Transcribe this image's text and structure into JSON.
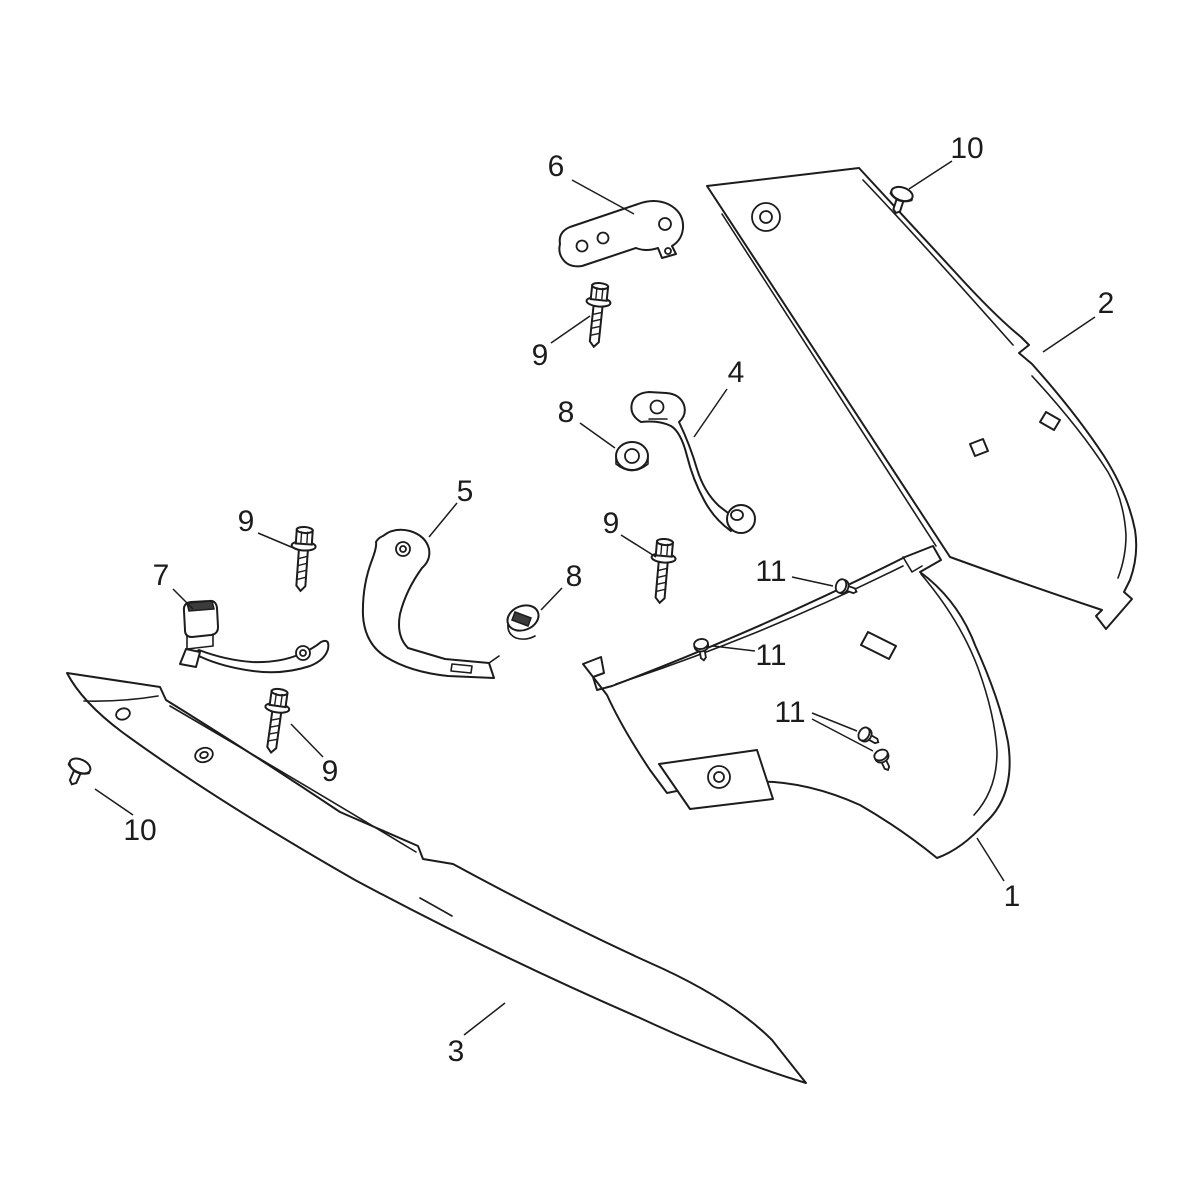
{
  "diagram": {
    "kind": "exploded parts diagram",
    "line_color": "#1c1c1c",
    "background_color": "#ffffff",
    "callouts": [
      {
        "label": "6"
      },
      {
        "label": "10"
      },
      {
        "label": "2"
      },
      {
        "label": "9"
      },
      {
        "label": "4"
      },
      {
        "label": "8"
      },
      {
        "label": "5"
      },
      {
        "label": "9"
      },
      {
        "label": "9"
      },
      {
        "label": "11"
      },
      {
        "label": "7"
      },
      {
        "label": "8"
      },
      {
        "label": "11"
      },
      {
        "label": "11"
      },
      {
        "label": "9"
      },
      {
        "label": "10"
      },
      {
        "label": "1"
      },
      {
        "label": "3"
      }
    ]
  }
}
